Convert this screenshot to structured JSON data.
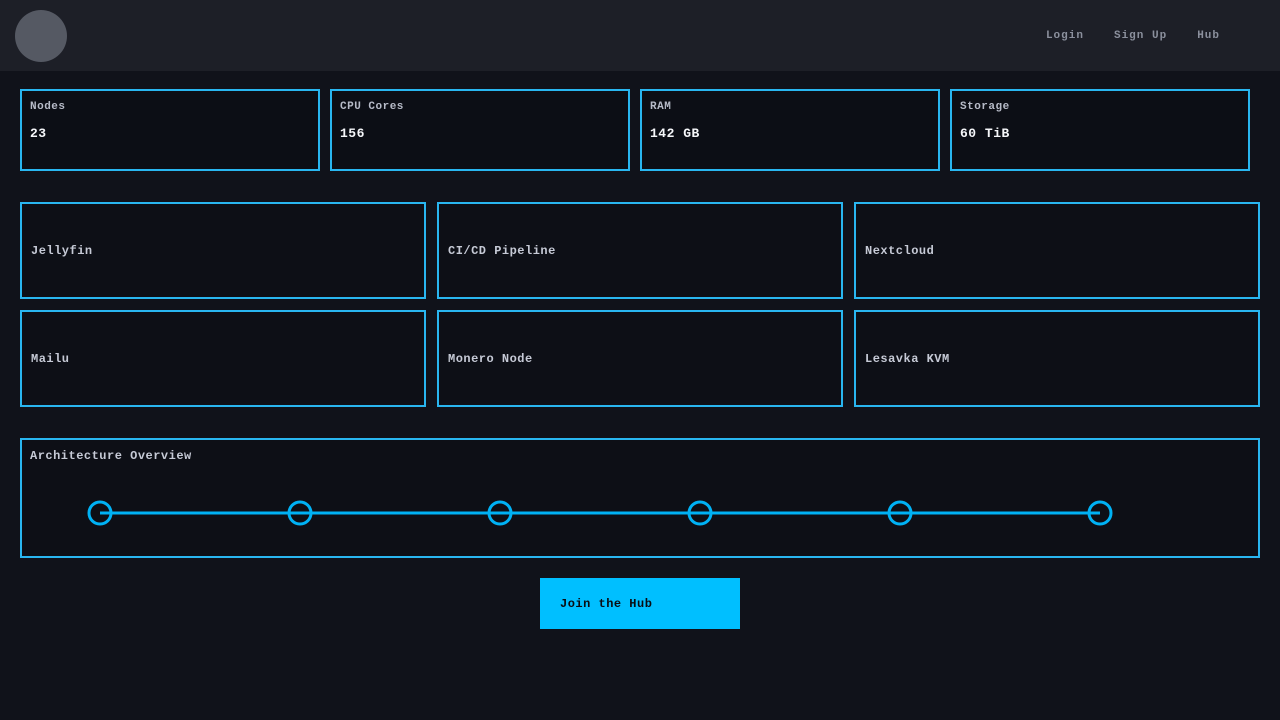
{
  "navbar": {
    "links": [
      {
        "label": "Login"
      },
      {
        "label": "Sign Up"
      },
      {
        "label": "Hub"
      }
    ]
  },
  "stats": [
    {
      "label": "Nodes",
      "value": "23"
    },
    {
      "label": "CPU Cores",
      "value": "156"
    },
    {
      "label": "RAM",
      "value": "142 GB"
    },
    {
      "label": "Storage",
      "value": "60 TiB"
    }
  ],
  "services": [
    "Jellyfin",
    "CI/CD Pipeline",
    "Nextcloud",
    "Mailu",
    "Monero Node",
    "Lesavka KVM"
  ],
  "architecture": {
    "title": "Architecture Overview",
    "node_count": 6
  },
  "cta": {
    "label": "Join the Hub"
  },
  "colors": {
    "accent_border": "#29b6f0",
    "accent_button": "#00bfff",
    "page_bg": "#10121a",
    "navbar_bg": "#1d1f27",
    "card_bg": "#0d0f16"
  }
}
